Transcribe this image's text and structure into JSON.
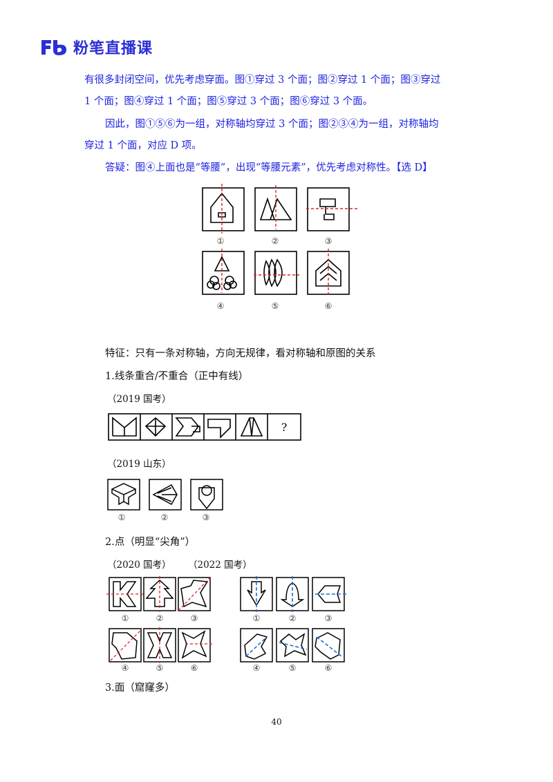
{
  "header": {
    "brand": "粉笔直播课"
  },
  "explanation": {
    "line1": "有很多封闭空间，优先考虑穿面。图①穿过 3 个面；图②穿过 1 个面；图③穿过",
    "line2": "1 个面；图④穿过 1 个面；图⑤穿过 3 个面；图⑥穿过 3 个面。",
    "line3": "因此，图①⑤⑥为一组，对称轴均穿过 3 个面；图②③④为一组，对称轴均",
    "line4": "穿过 1 个面，对应 D 项。",
    "line5": "答疑：图④上面也是“等腰”，出现“等腰元素”，优先考虑对称性。【选 D】"
  },
  "figure_top": {
    "labels": [
      "①",
      "②",
      "③",
      "④",
      "⑤",
      "⑥"
    ]
  },
  "notes": {
    "feature": "特征：只有一条对称轴，方向无规律，看对称轴和原图的关系",
    "section1": "1.线条重合/不重合（正中有线）",
    "source_2019_guokao": "（2019 国考）",
    "question_mark": "?",
    "source_2019_shandong": "（2019 山东）",
    "shandong_labels": [
      "①",
      "②",
      "③"
    ],
    "section2": "2.点（明显“尖角”）",
    "source_2020_guokao": "（2020 国考）",
    "source_2022_guokao": "（2022 国考）",
    "set2020_labels": [
      "①",
      "②",
      "③",
      "④",
      "⑤",
      "⑥"
    ],
    "set2022_labels": [
      "①",
      "②",
      "③",
      "④",
      "⑤",
      "⑥"
    ],
    "section3": "3.面（窟窿多）"
  },
  "footer": {
    "page_number": "40"
  },
  "colors": {
    "brand_blue": "#2b2fd3",
    "text_blue": "#1d22e0",
    "axis_red": "#e02020",
    "axis_blue": "#1f6fd0"
  }
}
